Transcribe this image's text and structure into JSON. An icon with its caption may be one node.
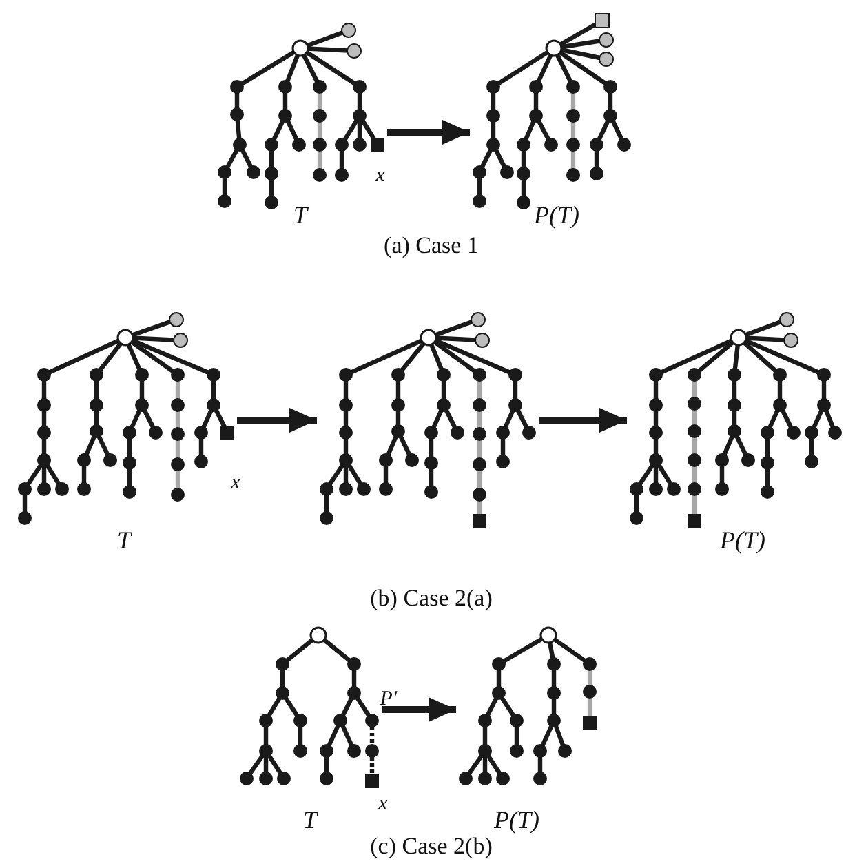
{
  "diagram": {
    "nodes": [
      {
        "text": [],
        "shape": "picture",
        "beside": [
          "T"
        ]
      },
      {
        "text": [],
        "shape": "picture",
        "beside": [
          "P(T)"
        ]
      },
      {
        "text": [],
        "shape": "picture",
        "beside": [
          "T"
        ]
      },
      {
        "text": [],
        "shape": "picture"
      },
      {
        "text": [],
        "shape": "picture",
        "beside": [
          "P(T)"
        ]
      },
      {
        "text": [],
        "shape": "picture",
        "beside": [
          "T"
        ]
      },
      {
        "text": [],
        "shape": "picture",
        "beside": [
          "P(T)"
        ]
      }
    ],
    "edges": [
      {
        "from": 0,
        "to": 1,
        "arrow": "to"
      },
      {
        "from": 2,
        "to": 3,
        "arrow": "to"
      },
      {
        "from": 3,
        "to": 4,
        "arrow": "to"
      },
      {
        "from": 5,
        "to": 6,
        "arrow": "to"
      }
    ],
    "labels": [
      "x",
      "(a) Case 1",
      "x",
      "(b) Case 2(a)",
      "P′",
      "x",
      "(c) Case 2(b)"
    ]
  }
}
